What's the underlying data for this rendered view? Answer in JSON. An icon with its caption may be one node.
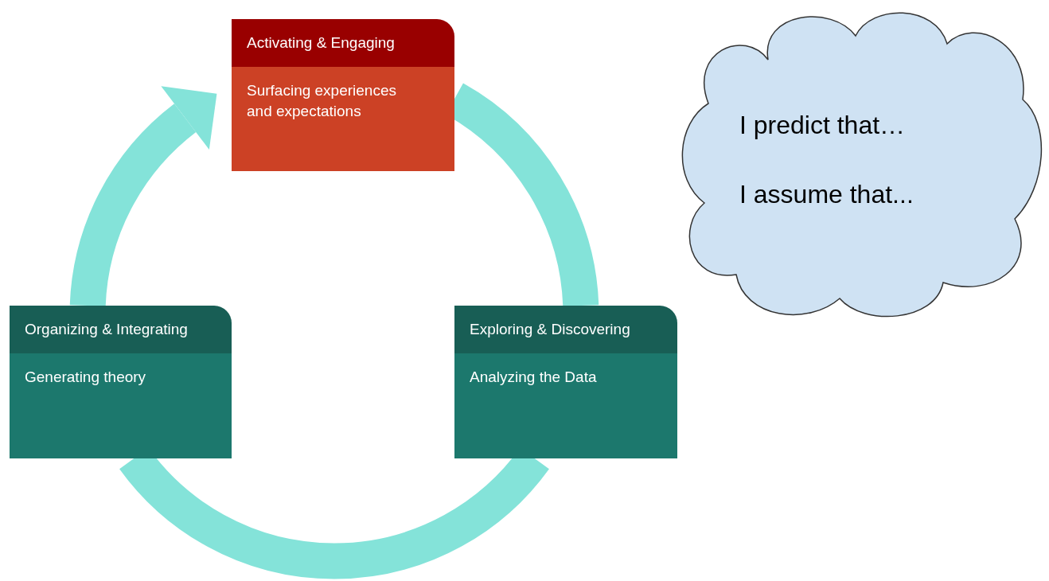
{
  "diagram": {
    "nodes": [
      {
        "text": [
          "Activating & Engaging",
          "Surfacing experiences and expectations"
        ]
      },
      {
        "text": [
          "Exploring & Discovering",
          "Analyzing the Data"
        ]
      },
      {
        "text": [
          "Organizing & Integrating",
          "Generating theory"
        ]
      },
      {
        "text": [
          "I predict that…",
          "I assume that..."
        ]
      }
    ],
    "edges": [
      {
        "from": 0,
        "to": 1,
        "arrow": "none"
      },
      {
        "from": 1,
        "to": 2,
        "arrow": "none"
      },
      {
        "from": 2,
        "to": 0,
        "arrow": "to"
      }
    ]
  }
}
